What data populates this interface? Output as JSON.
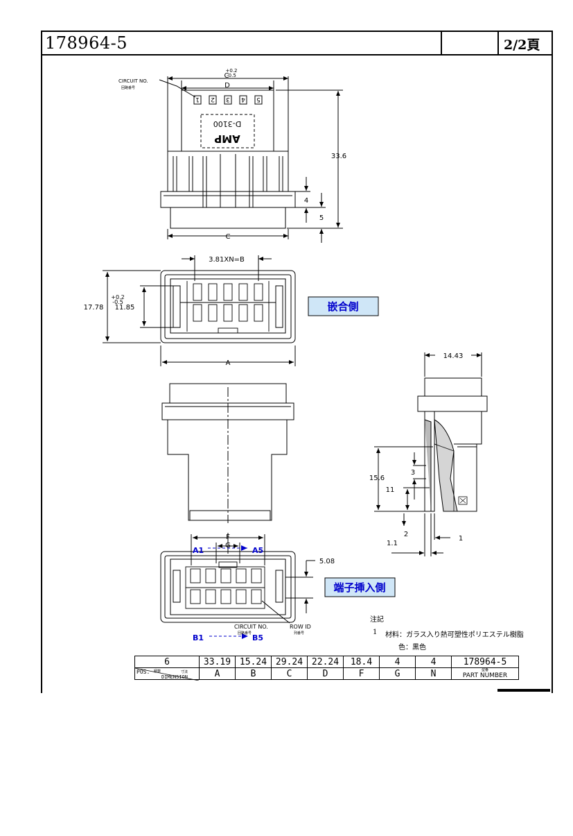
{
  "header": {
    "title": "178964-5",
    "page": "2/2頁"
  },
  "views": {
    "circuit_no_label": "CIRCUIT NO.",
    "circuit_no_sub": "回路番号",
    "circuit_numbers": [
      "1",
      "2",
      "3",
      "4",
      "5"
    ],
    "housing_mark": "D-3100",
    "brand": "AMP",
    "row_id_label": "ROW ID",
    "row_id_sub": "列番号",
    "mating_side": "嵌合側",
    "insertion_side": "端子挿入側",
    "pin_a1": "A1",
    "pin_a5": "A5",
    "pin_b1": "B1",
    "pin_b5": "B5"
  },
  "dimensions": {
    "tol_plus": "+0.2",
    "tol_minus": "-0.5",
    "c": "C",
    "d": "D",
    "a": "A",
    "f": "F",
    "g": "G",
    "pitch": "3.81XN=B",
    "height": "33.6",
    "d4": "4",
    "d5": "5",
    "d17_78": "17.78",
    "d11_85": "11.85",
    "d14_43": "14.43",
    "d15_6": "15.6",
    "d3": "3",
    "d11": "11",
    "d2": "2",
    "d1": "1",
    "d1_1": "1.1",
    "d5_08": "5.08"
  },
  "notes": {
    "heading": "注記",
    "item_no": "1",
    "material": "材料：ガラス入り熱可塑性ポリエステル樹脂",
    "color": "色：黒色"
  },
  "part_table": {
    "values": [
      "6",
      "33.19",
      "15.24",
      "29.24",
      "22.24",
      "18.4",
      "4",
      "4",
      "178964-5"
    ],
    "pos_label": "POS.",
    "pos_sub": "極数",
    "dim_sub": "寸法",
    "dim_label": "DIMENSION",
    "letters": [
      "A",
      "B",
      "C",
      "D",
      "F",
      "G",
      "N"
    ],
    "part_number_sub": "型番",
    "part_number_label": "PART NUMBER"
  },
  "colors": {
    "accent_fill": "#cfe6f7",
    "accent_text": "#0000cc",
    "ink": "#000000"
  }
}
